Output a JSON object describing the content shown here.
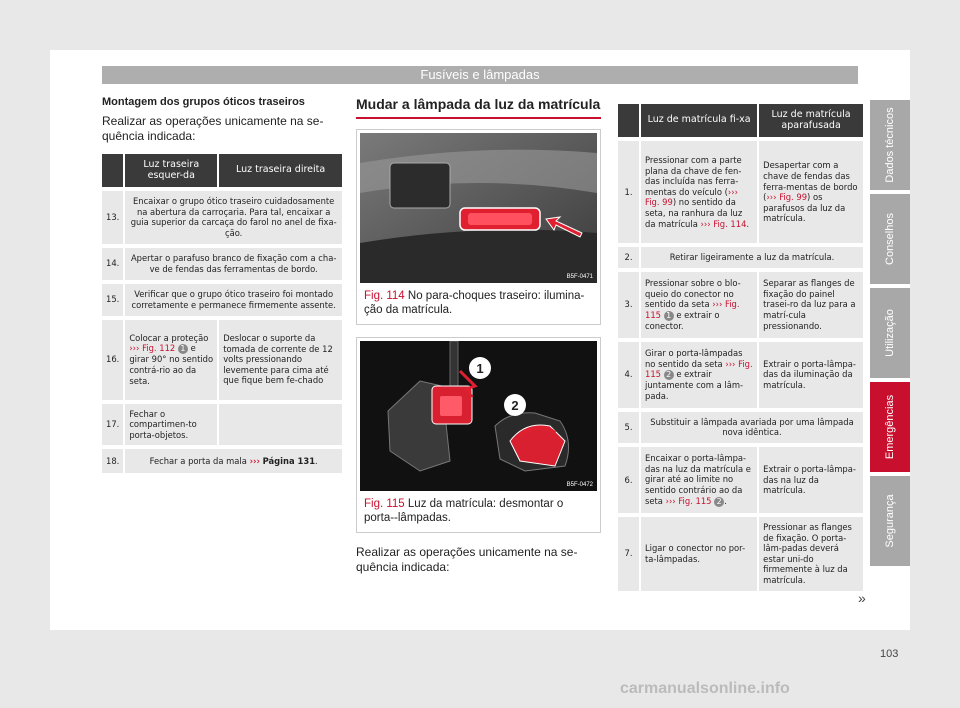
{
  "header": "Fusíveis e lâmpadas",
  "left": {
    "title": "Montagem dos grupos óticos traseiros",
    "intro": "Realizar as operações unicamente na se-quência indicada:",
    "col_left": "Luz traseira esquer-da",
    "col_right": "Luz traseira direita",
    "rows": [
      {
        "num": "13.",
        "text": "Encaixar o grupo ótico traseiro cuidadosamente na abertura da carroçaria. Para tal, encaixar a guia superior da carcaça do farol no anel de fixa-ção."
      },
      {
        "num": "14.",
        "text": "Apertar o parafuso branco de fixação com a cha-ve de fendas das ferramentas de bordo."
      },
      {
        "num": "15.",
        "text": "Verificar que o grupo ótico traseiro foi montado corretamente e permanece firmemente assente."
      },
      {
        "num": "16.",
        "left_a": "Colocar a proteção",
        "left_ref": "Fig. 112",
        "left_b": "e girar 90° no sentido contrá-rio ao da seta.",
        "right": "Deslocar o suporte da tomada de corrente de 12 volts pressionando levemente para cima até que fique bem fe-chado"
      },
      {
        "num": "17.",
        "left": "Fechar o compartimen-to porta-objetos.",
        "right": ""
      },
      {
        "num": "18.",
        "text_a": "Fechar a porta da mala",
        "text_ref": "Página 131",
        "text_b": "."
      }
    ]
  },
  "middle": {
    "title": "Mudar a lâmpada da luz da matrícula",
    "fig114_label": "Fig. 114",
    "fig114_caption": "No para-choques traseiro: ilumina-ção da matrícula.",
    "fig114_code": "B5F-0471",
    "fig115_label": "Fig. 115",
    "fig115_caption": "Luz da matrícula: desmontar o porta--lâmpadas.",
    "fig115_code": "B5F-0472",
    "outro": "Realizar as operações unicamente na se-quência indicada:"
  },
  "right": {
    "col_left": "Luz de matrícula fi-xa",
    "col_right": "Luz de matrícula aparafusada",
    "rows": [
      {
        "num": "1.",
        "left_a": "Pressionar com a parte plana da chave de fen-das incluída nas ferra-mentas do veículo (",
        "left_ref1": "Fig. 99",
        "left_b": ") no sentido da seta, na ranhura da luz da matrícula",
        "left_ref2": "Fig. 114",
        "left_c": ".",
        "right_a": "Desapertar com a chave de fendas das ferra-mentas de bordo (",
        "right_ref": "Fig. 99",
        "right_b": ") os parafusos da luz da matrícula."
      },
      {
        "num": "2.",
        "text": "Retirar ligeiramente a luz da matrícula."
      },
      {
        "num": "3.",
        "left_a": "Pressionar sobre o blo-queio do conector no sentido da seta",
        "left_ref": "Fig. 115",
        "left_b": "e extrair o conector.",
        "right": "Separar as flanges de fixação do painel trasei-ro da luz para a matrí-cula pressionando."
      },
      {
        "num": "4.",
        "left_a": "Girar o porta-lâmpadas no sentido da seta",
        "left_ref": "Fig. 115",
        "left_b": "e extrair juntamente com a lâm-pada.",
        "right": "Extrair o porta-lâmpa-das da iluminação da matrícula."
      },
      {
        "num": "5.",
        "text": "Substituir a lâmpada avariada por uma lâmpada nova idêntica."
      },
      {
        "num": "6.",
        "left_a": "Encaixar o porta-lâmpa-das na luz da matrícula e girar até ao limite no sentido contrário ao da seta",
        "left_ref": "Fig. 115",
        "left_b": ".",
        "right": "Extrair o porta-lâmpa-das na luz da matrícula."
      },
      {
        "num": "7.",
        "left": "Ligar o conector no por-ta-lâmpadas.",
        "right": "Pressionar as flanges de fixação. O porta-lâm-padas deverá estar uni-do firmemente à luz da matrícula."
      }
    ]
  },
  "refmarks": {
    "one": "1",
    "two": "2",
    "arrows": "›››",
    "cont": "»"
  },
  "tabs": [
    "Dados técnicos",
    "Conselhos",
    "Utilização",
    "Emergências",
    "Segurança"
  ],
  "active_tab": "Emergências",
  "page_number": "103",
  "watermark": "carmanualsonline.info"
}
